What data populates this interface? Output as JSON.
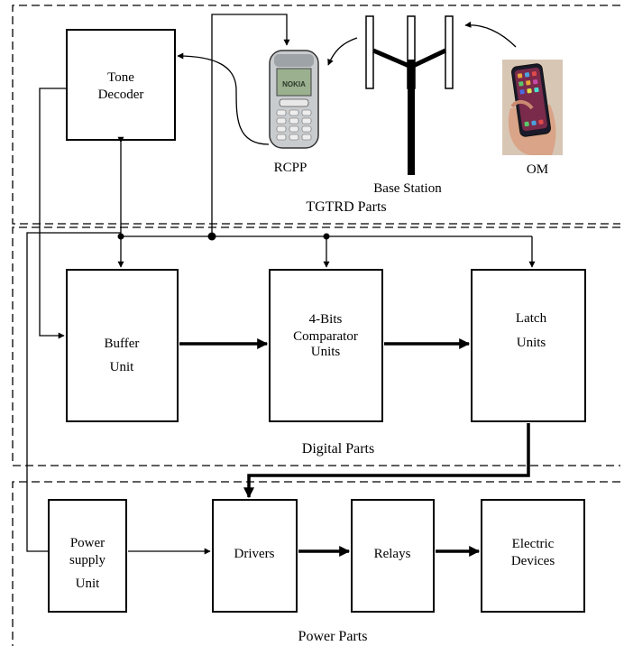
{
  "sections": {
    "tgtrd": "TGTRD Parts",
    "digital": "Digital Parts",
    "power": "Power Parts"
  },
  "blocks": {
    "tone_decoder": [
      "Tone",
      "Decoder"
    ],
    "buffer_unit": [
      "Buffer",
      "Unit"
    ],
    "comparator": [
      "4-Bits",
      "Comparator",
      "Units"
    ],
    "latch": [
      "Latch",
      "Units"
    ],
    "power_supply": [
      "Power",
      "supply",
      "Unit"
    ],
    "drivers": "Drivers",
    "relays": "Relays",
    "electric_devices": [
      "Electric",
      "Devices"
    ]
  },
  "devices": {
    "rcpp": "RCPP",
    "base_station": "Base Station",
    "om": "OM",
    "phone_brand": "NOKIA"
  }
}
